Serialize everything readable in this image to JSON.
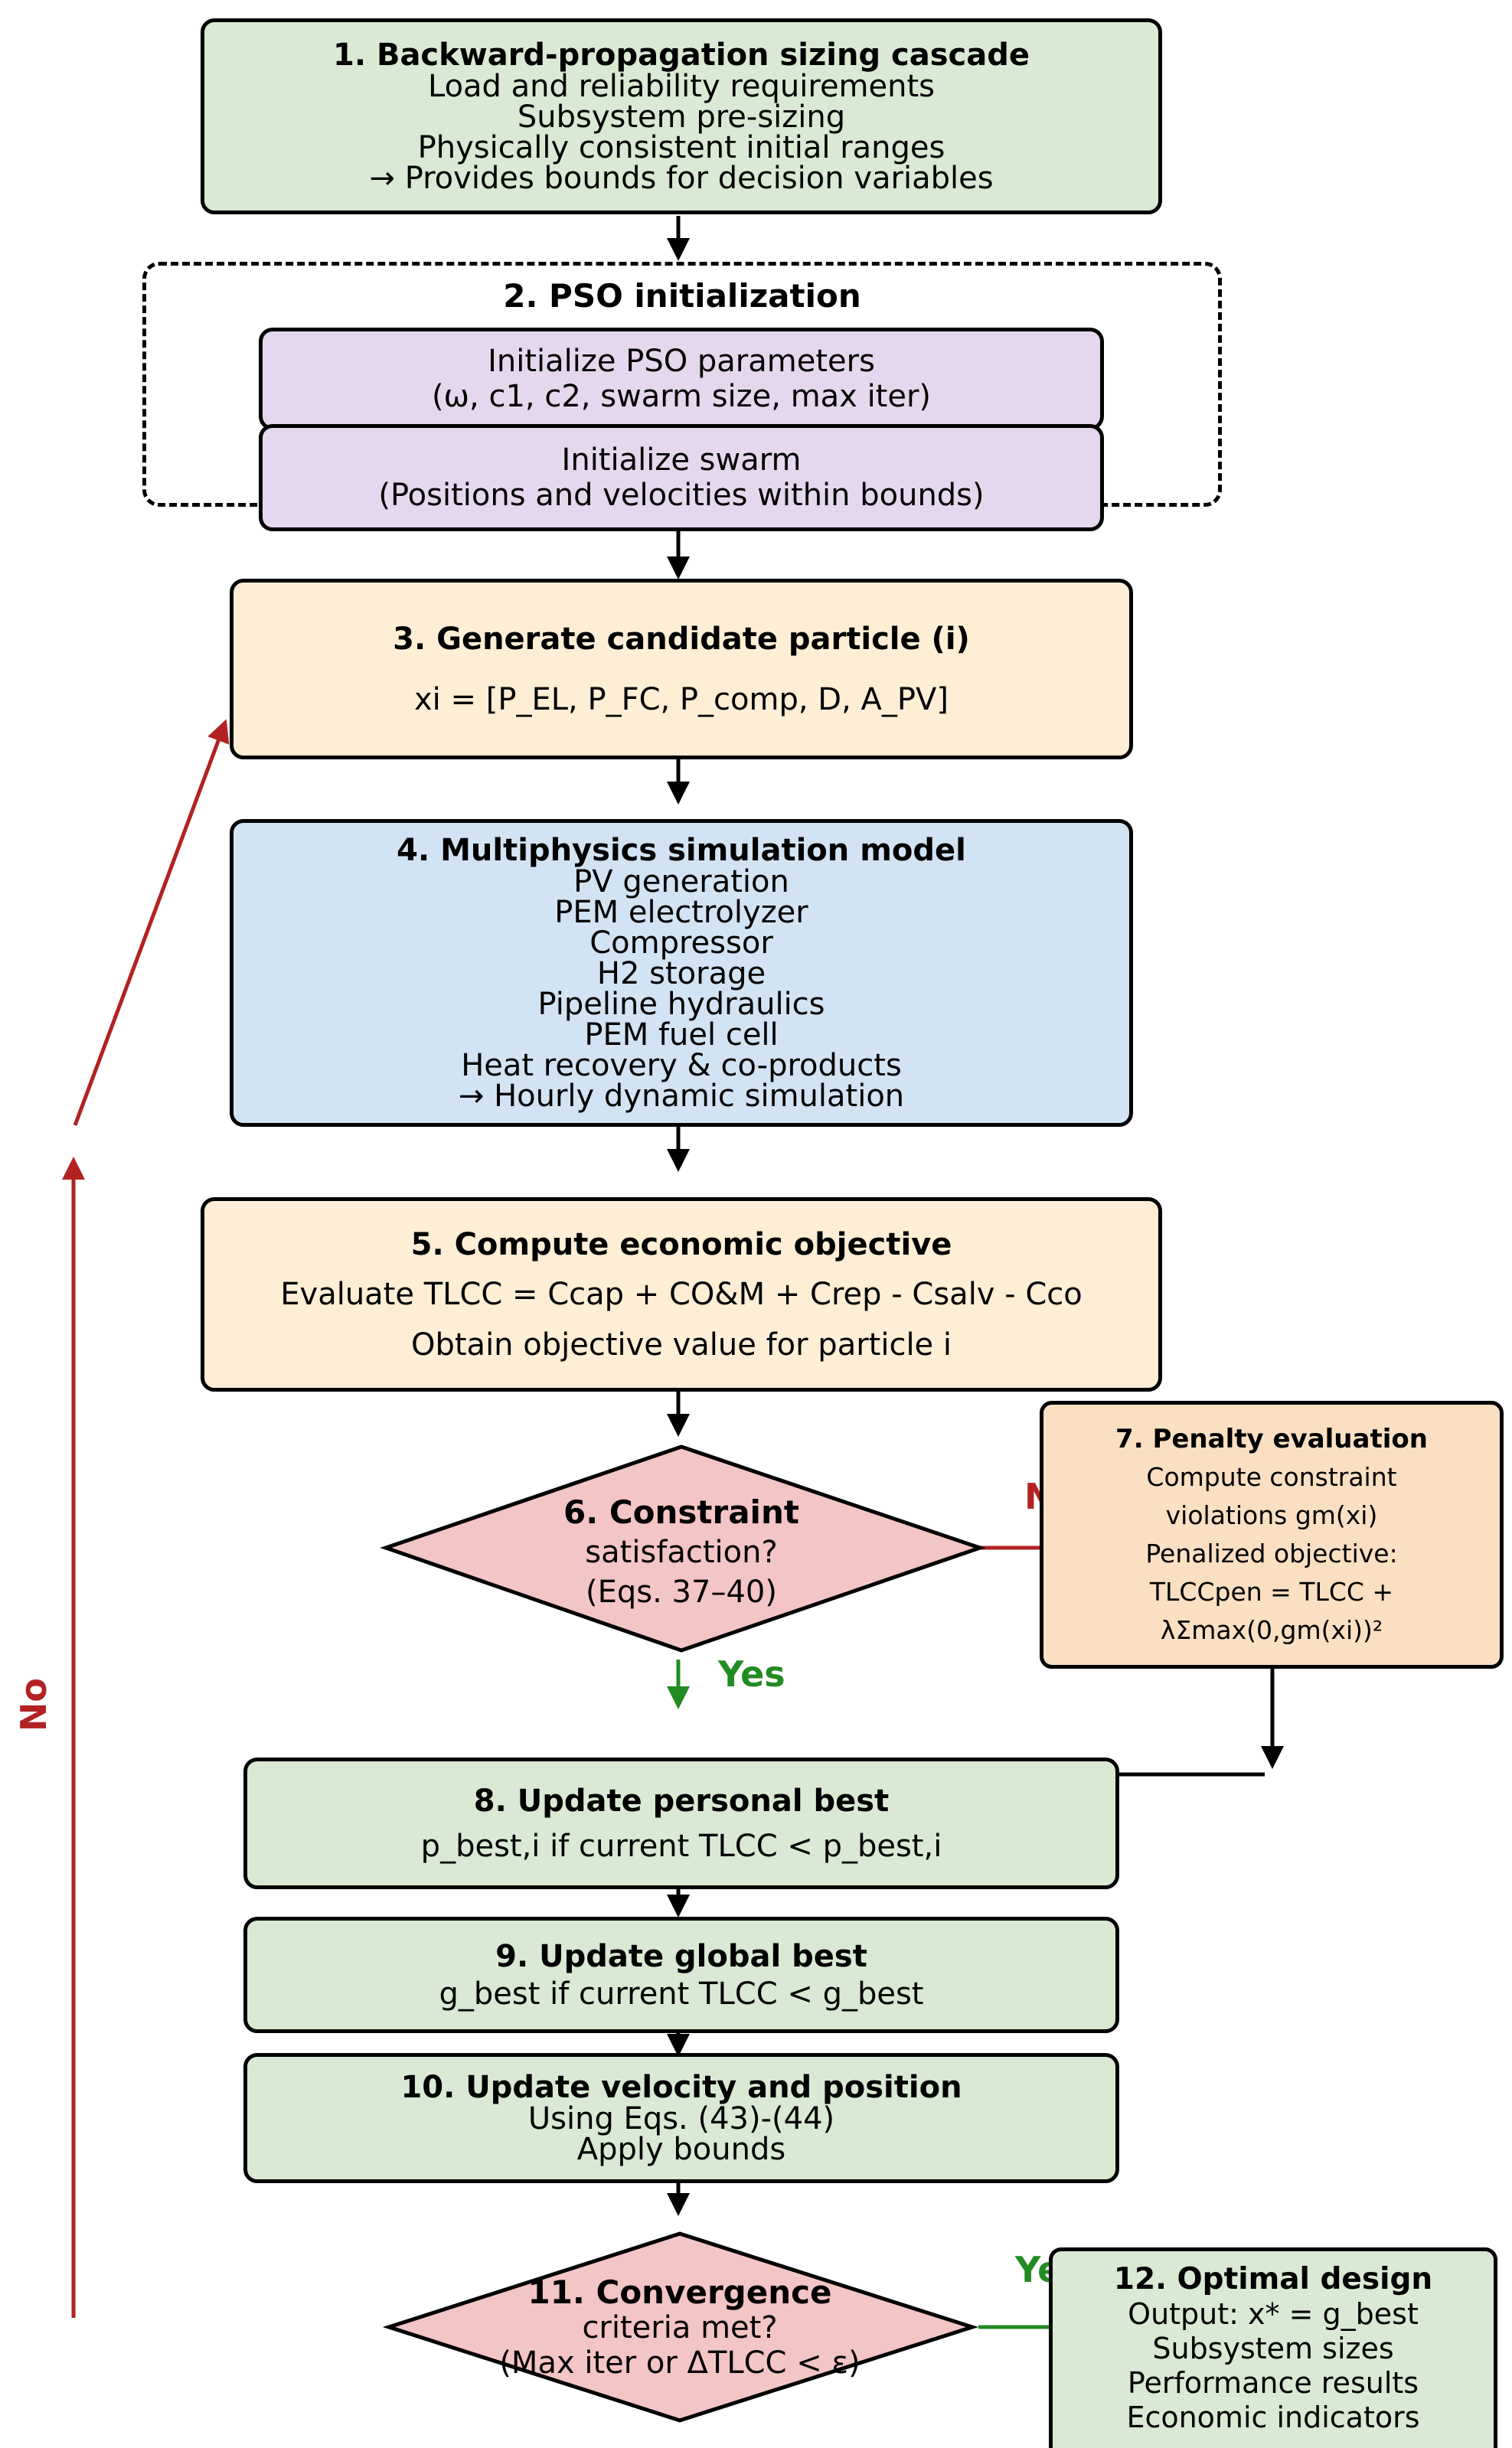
{
  "colors": {
    "green_box": "#d9e9d3",
    "purple_box": "#e5d8ee",
    "cream_box": "#fdeed5",
    "blue_box": "#d2e3f4",
    "peach_box": "#fbdfc2",
    "decision_diamond": "#f3c5c5",
    "no_red": "#b22222",
    "yes_green": "#228b22"
  },
  "step1": {
    "title": "1. Backward-propagation sizing cascade",
    "lines": [
      "Load and reliability requirements",
      "Subsystem pre-sizing",
      "Physically consistent initial ranges",
      "→ Provides bounds for decision variables"
    ]
  },
  "step2": {
    "title": "2. PSO initialization",
    "params": {
      "line1": "Initialize PSO parameters",
      "line2": "(ω, c1, c2, swarm size, max iter)"
    },
    "swarm": {
      "line1": "Initialize swarm",
      "line2": "(Positions and velocities within bounds)"
    }
  },
  "step3": {
    "title": "3. Generate candidate particle (i)",
    "formula": "xi = [P_EL, P_FC, P_comp, D, A_PV]"
  },
  "step4": {
    "title": "4. Multiphysics simulation model",
    "lines": [
      "PV generation",
      "PEM electrolyzer",
      "Compressor",
      "H2 storage",
      "Pipeline hydraulics",
      "PEM fuel cell",
      "Heat recovery & co-products",
      "→ Hourly dynamic simulation"
    ]
  },
  "step5": {
    "title": "5. Compute economic objective",
    "line1": "Evaluate TLCC = Ccap + CO&M + Crep - Csalv - Cco",
    "line2": "Obtain objective value for particle i"
  },
  "step6": {
    "title": "6. Constraint",
    "line1": "satisfaction?",
    "line2": "(Eqs. 37–40)"
  },
  "step7": {
    "title": "7. Penalty evaluation",
    "lines": [
      "Compute constraint",
      "violations gm(xi)",
      "Penalized objective:",
      "TLCCpen = TLCC +",
      "λΣmax(0,gm(xi))²"
    ]
  },
  "step8": {
    "title": "8. Update personal best",
    "line1": "p_best,i if current TLCC < p_best,i"
  },
  "step9": {
    "title": "9. Update global best",
    "line1": "g_best if current TLCC < g_best"
  },
  "step10": {
    "title": "10. Update velocity and position",
    "line1": "Using Eqs. (43)-(44)",
    "line2": "Apply bounds"
  },
  "step11": {
    "title": "11. Convergence",
    "line1": "criteria met?",
    "line2": "(Max iter or ΔTLCC < ε)"
  },
  "step12": {
    "title": "12. Optimal design",
    "lines": [
      "Output: x* = g_best",
      "Subsystem sizes",
      "Performance results",
      "Economic indicators"
    ]
  },
  "labels": {
    "no_constraint": "No",
    "yes_constraint": "Yes",
    "no_loop": "No",
    "yes_converge": "Yes"
  }
}
